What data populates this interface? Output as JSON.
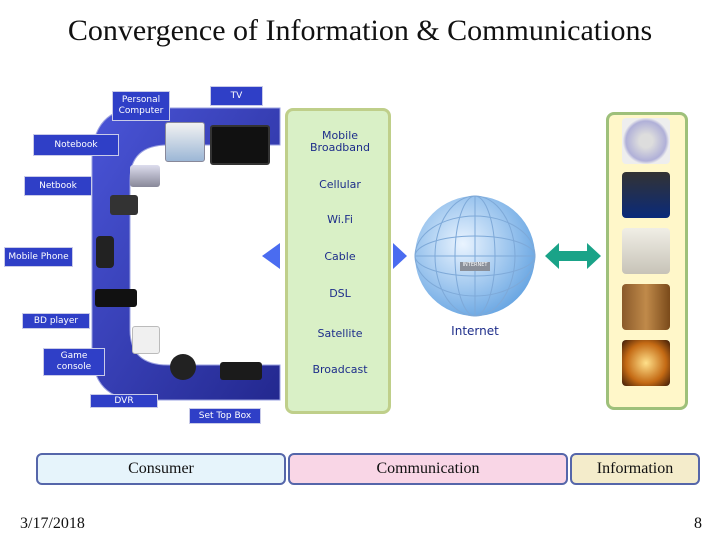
{
  "title": "Convergence of Information & Communications",
  "consumer_devices": {
    "personal_computer": "Personal\nComputer",
    "tv": "TV",
    "notebook": "Notebook",
    "netbook": "Netbook",
    "mobile_phone": "Mobile Phone",
    "bd_player": "BD player",
    "game_console": "Game\nconsole",
    "dvr": "DVR",
    "set_top_box": "Set Top Box"
  },
  "communication_channels": {
    "mobile_broadband": "Mobile\nBroadband",
    "cellular": "Cellular",
    "wifi": "Wi.Fi",
    "cable": "Cable",
    "dsl": "DSL",
    "satellite": "Satellite",
    "broadcast": "Broadcast"
  },
  "internet_label": "Internet",
  "globe_caption": "INTERNET",
  "bars": {
    "consumer": "Consumer",
    "communication": "Communication",
    "information": "Information"
  },
  "footer": {
    "date": "3/17/2018",
    "page": "8"
  },
  "colors": {
    "label_bg": "#2f3fc7",
    "c_shape": "#3a3fb5",
    "comm_panel": "#d9f0c6",
    "consumer_bar": "#e6f4fb",
    "communication_bar": "#f9d6e6",
    "information_bar": "#f4eccb"
  },
  "icons": [
    "arrow-left-icon",
    "arrow-right-icon",
    "double-arrow-icon",
    "globe-icon"
  ]
}
